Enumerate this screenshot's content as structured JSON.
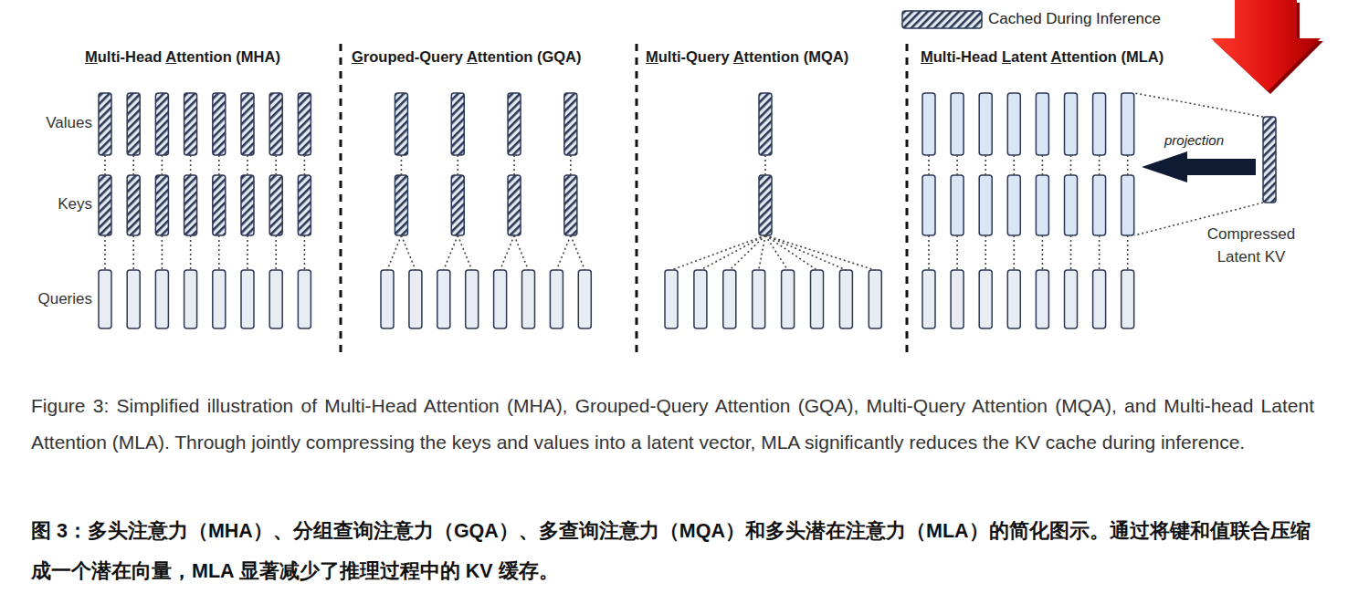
{
  "diagram": {
    "caption": "Figure 3: Simplified illustration of Multi-Head Attention (MHA), Grouped-Query Attention (GQA), Multi-Query Attention (MQA), and Multi-head Latent Attention (MLA). Through jointly compressing the keys and values into a latent vector, MLA significantly reduces the KV cache during inference.",
    "labels": [
      "Multi-Head Attention (MHA)",
      "Grouped-Query Attention (GQA)",
      "Multi-Query Attention (MQA)",
      "Multi-Head Latent Attention (MLA)",
      "Values",
      "Keys",
      "Queries",
      "projection",
      "Compressed Latent KV",
      "图 3：多头注意力（MHA）、分组查询注意力（GQA）、多查询注意力（MQA）和多头潜在注意力（MLA）的简化图示。通过将键和值联合压缩成一个潜在向量，MLA 显著减少了推理过程中的 KV 缓存。"
    ],
    "legend": [
      {
        "text": "Cached During Inference"
      }
    ]
  }
}
